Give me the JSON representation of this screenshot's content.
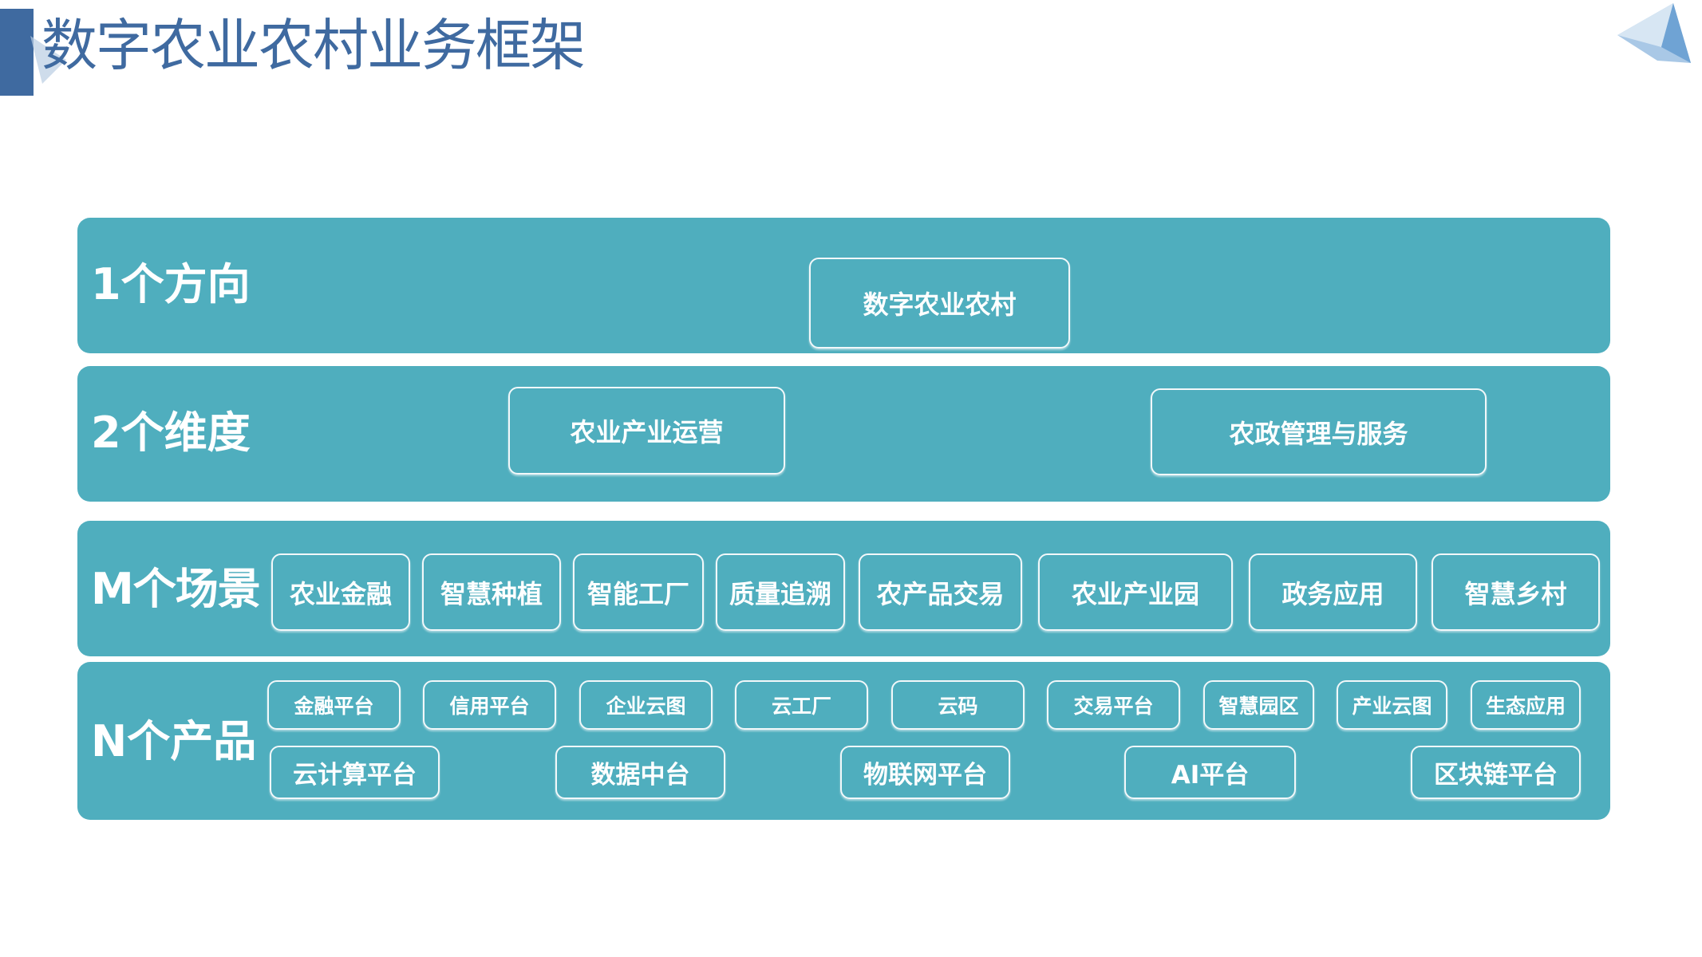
{
  "title": "数字农业农村业务框架",
  "colors": {
    "accent": "#3f6aa0",
    "row_bg": "#4faebe"
  },
  "rows": {
    "direction": {
      "label": "1个方向",
      "items": [
        "数字农业农村"
      ]
    },
    "dimension": {
      "label": "2个维度",
      "items": [
        "农业产业运营",
        "农政管理与服务"
      ]
    },
    "scenario": {
      "label": "M个场景",
      "items": [
        "农业金融",
        "智慧种植",
        "智能工厂",
        "质量追溯",
        "农产品交易",
        "农业产业园",
        "政务应用",
        "智慧乡村"
      ]
    },
    "product": {
      "label": "N个产品",
      "items_top": [
        "金融平台",
        "信用平台",
        "企业云图",
        "云工厂",
        "云码",
        "交易平台",
        "智慧园区",
        "产业云图",
        "生态应用"
      ],
      "items_bottom": [
        "云计算平台",
        "数据中台",
        "物联网平台",
        "AI平台",
        "区块链平台"
      ]
    }
  }
}
